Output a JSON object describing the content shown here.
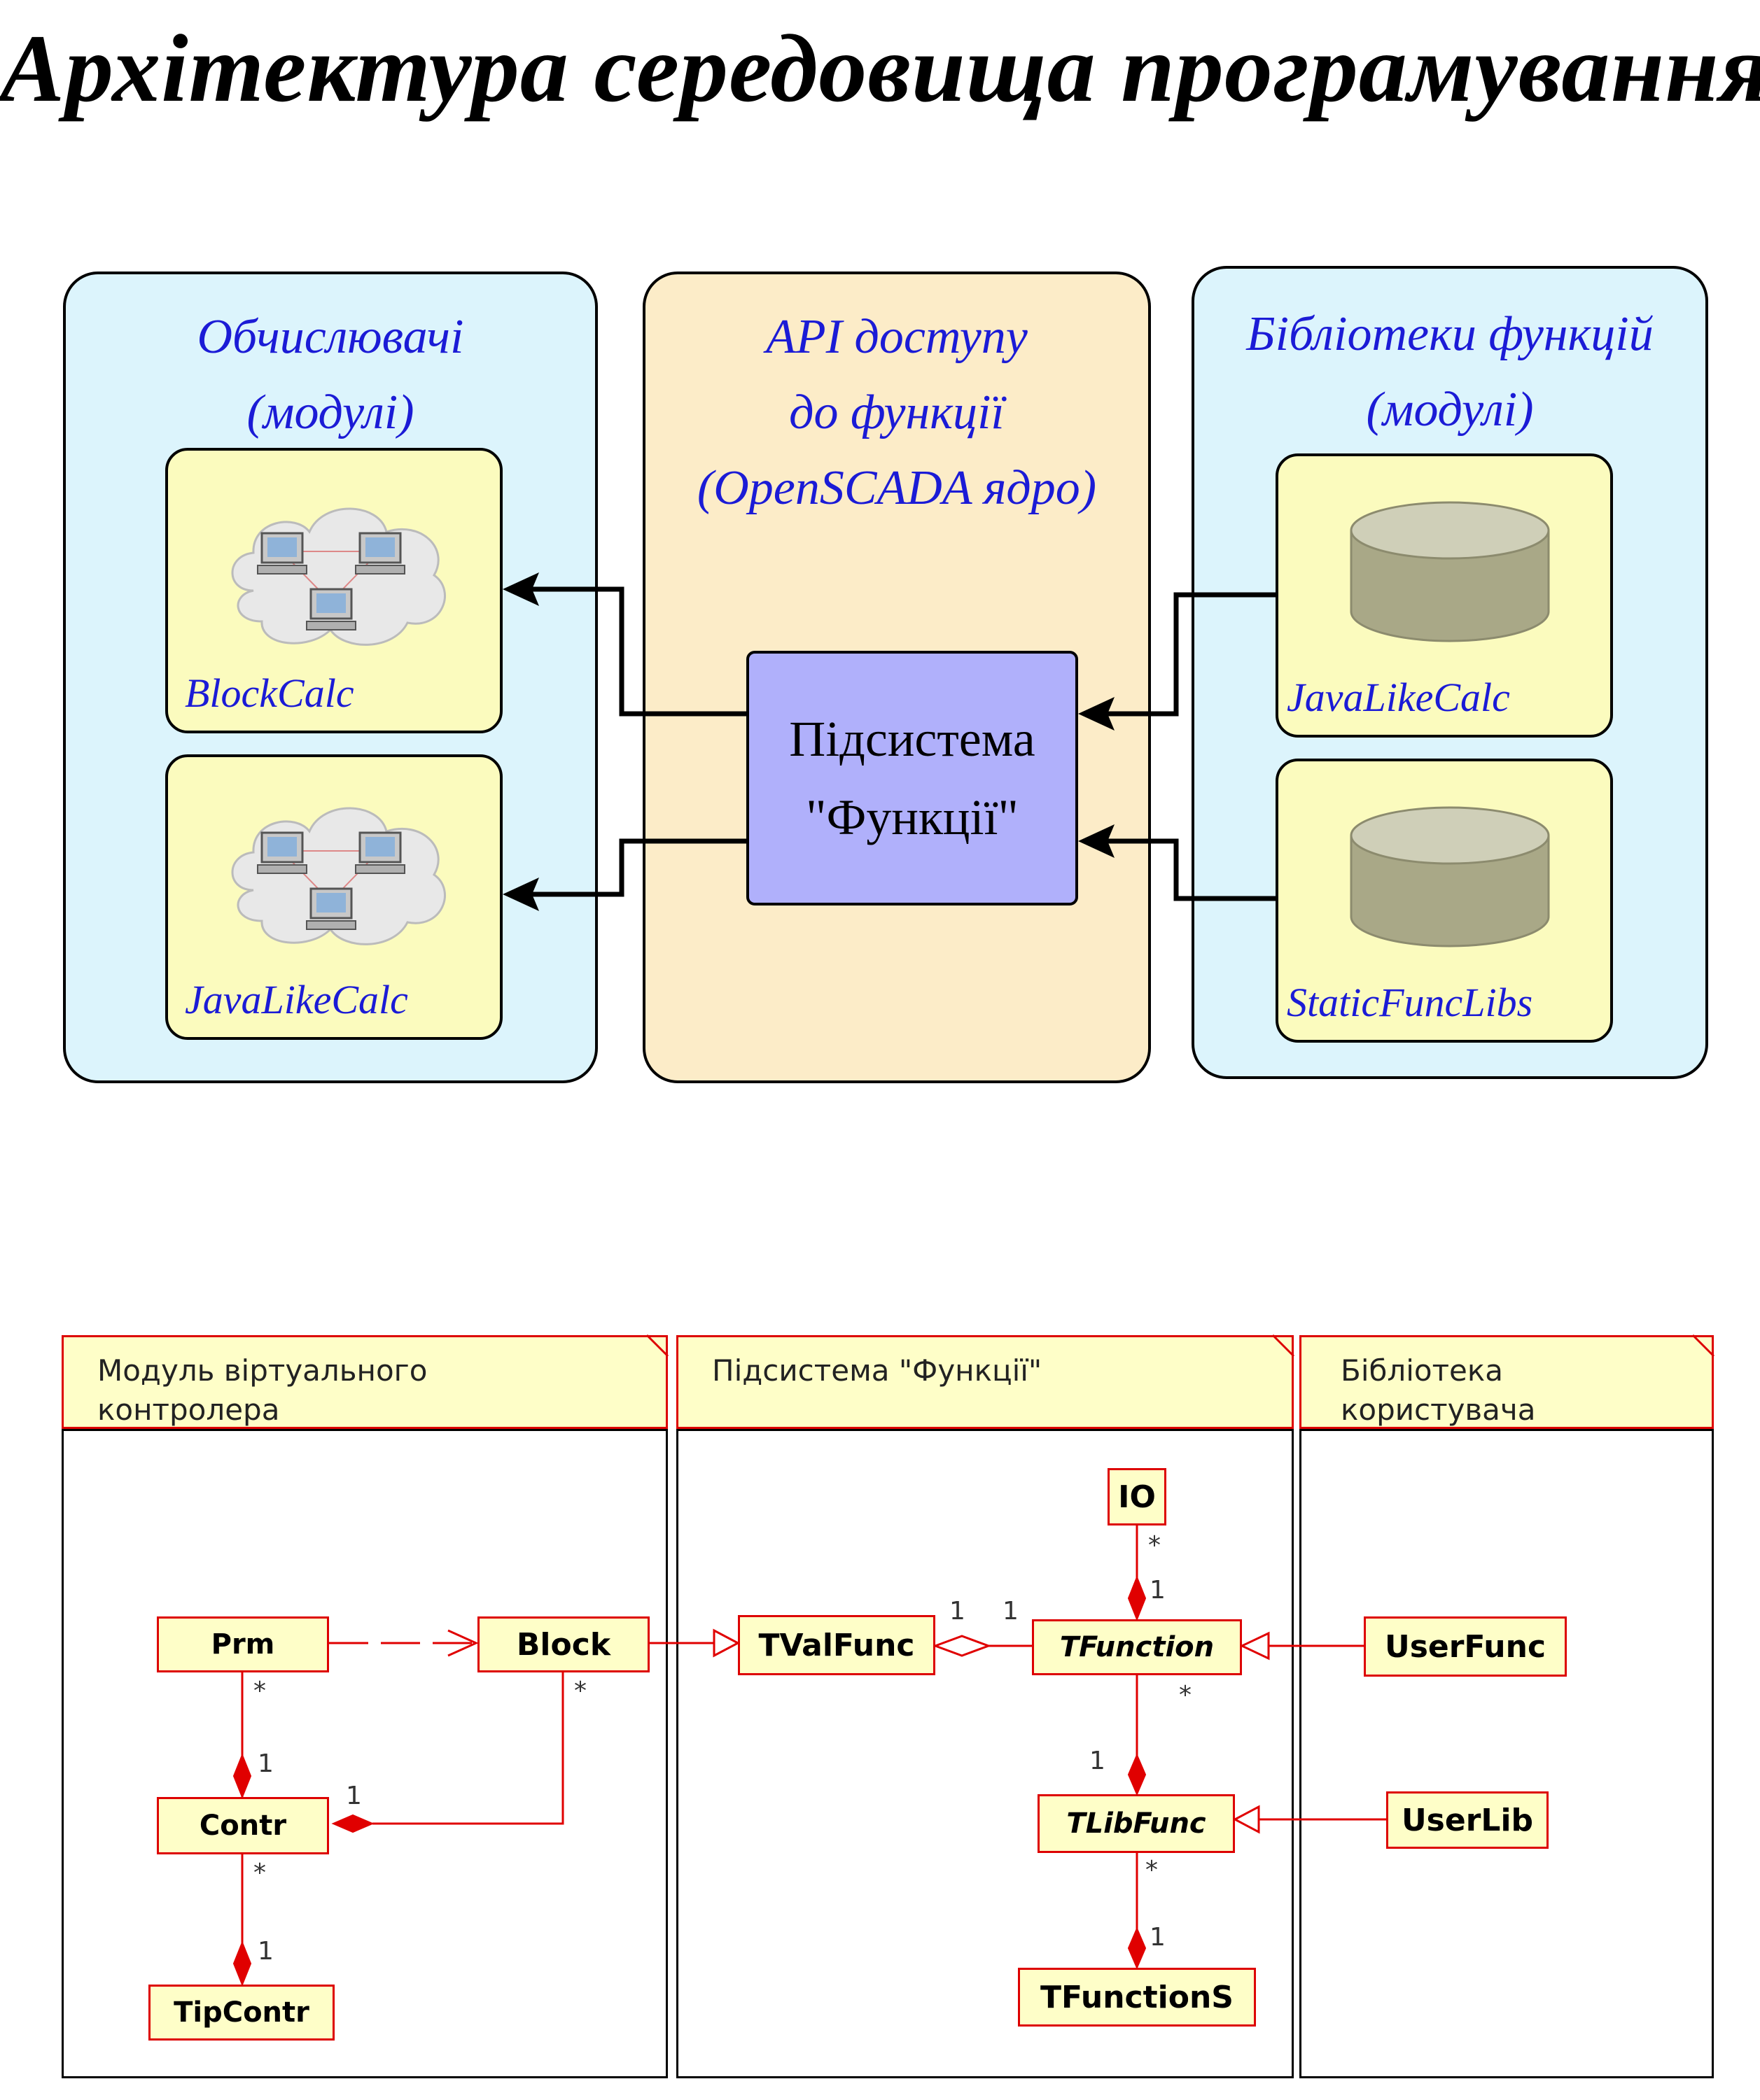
{
  "title": "Архітектура середовища програмування",
  "architecture": {
    "calculators_panel": {
      "line1": "Обчислювачі",
      "line2": "(модулі)"
    },
    "api_panel": {
      "line1": "API доступу",
      "line2": "до функції",
      "line3": "(OpenSCADA ядро)"
    },
    "libraries_panel": {
      "line1": "Бібліотеки функцій",
      "line2": "(модулі)"
    },
    "calc_modules": [
      "BlockCalc",
      "JavaLikeCalc"
    ],
    "lib_modules": [
      "JavaLikeCalc",
      "StaticFuncLibs"
    ],
    "subsystem": {
      "line1": "Підсистема",
      "line2": "\"Функції\""
    },
    "colors": {
      "side_panel": "#dcf4fc",
      "center_panel": "#fcecc8",
      "module": "#fbfbbe",
      "subsystem": "#b0b0fb",
      "label_blue": "#1b1bd6"
    }
  },
  "uml": {
    "packages": [
      {
        "line1": "Модуль віртуального",
        "line2": "контролера"
      },
      {
        "line1": "Підсистема \"Функції\"",
        "line2": ""
      },
      {
        "line1": "Бібліотека",
        "line2": "користувача"
      }
    ],
    "classes": {
      "prm": "Prm",
      "block": "Block",
      "contr": "Contr",
      "tipcontr": "TipContr",
      "tvalfunc": "TValFunc",
      "io": "IO",
      "tfunction": "TFunction",
      "tlibfunc": "TLibFunc",
      "tfunctions": "TFunctionS",
      "userfunc": "UserFunc",
      "userlib": "UserLib"
    },
    "multiplicities": {
      "prm_star": "*",
      "prm_contr_one": "1",
      "block_star": "*",
      "block_contr_one": "1",
      "contr_star": "*",
      "tipcontr_one": "1",
      "tvalfunc_one": "1",
      "tfunction_one": "1",
      "io_star": "*",
      "io_one": "1",
      "tfunction_star": "*",
      "tlibfunc_one": "1",
      "tlibfunc_star": "*",
      "tfunctions_one": "1"
    },
    "colors": {
      "line": "#e00000",
      "class_fill": "#fefec8"
    }
  }
}
